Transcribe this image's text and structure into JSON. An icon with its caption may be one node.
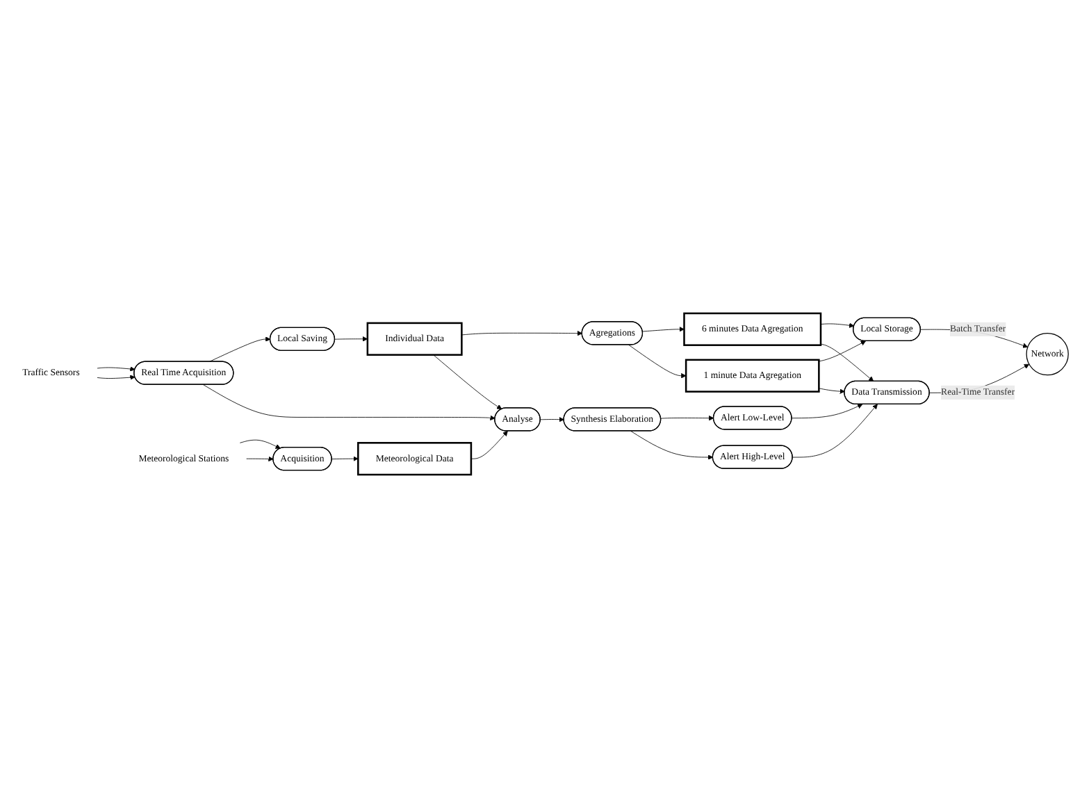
{
  "diagram": {
    "nodes": [
      {
        "text": [
          "Traffic Sensors"
        ]
      },
      {
        "text": [
          "Real Time Acquisition"
        ]
      },
      {
        "text": [
          "Meteorological Data"
        ]
      },
      {
        "text": [
          "Acquisition"
        ]
      },
      {
        "text": [
          "Meteorological Stations"
        ]
      },
      {
        "text": [
          "Analyse"
        ]
      },
      {
        "text": [
          "Local Saving"
        ]
      },
      {
        "text": [
          "Alert High-Level"
        ]
      },
      {
        "text": [
          "Synthesis Elaboration"
        ]
      },
      {
        "text": [
          "Individual Data"
        ]
      },
      {
        "text": [
          "Alert Low-Level"
        ]
      },
      {
        "text": [
          "Data Transmission"
        ]
      },
      {
        "text": [
          "Network"
        ]
      },
      {
        "text": [
          "Agregations"
        ]
      },
      {
        "text": [
          "1 minute Data Agregation"
        ]
      },
      {
        "text": [
          "6 minutes Data Agregation"
        ]
      },
      {
        "text": [
          "Local Storage"
        ]
      }
    ],
    "edges": [
      {
        "from": 0,
        "to": 1,
        "arrow": "to"
      },
      {
        "from": 0,
        "to": 1,
        "arrow": "to"
      },
      {
        "from": 3,
        "to": 2,
        "arrow": "to"
      },
      {
        "from": 4,
        "to": 3,
        "arrow": "to"
      },
      {
        "from": 4,
        "to": 3,
        "arrow": "to"
      },
      {
        "from": 1,
        "to": 5,
        "arrow": "to"
      },
      {
        "from": 2,
        "to": 5,
        "arrow": "to"
      },
      {
        "from": 1,
        "to": 6,
        "arrow": "to"
      },
      {
        "from": 6,
        "to": 9,
        "arrow": "to"
      },
      {
        "from": 9,
        "to": 5,
        "arrow": "to"
      },
      {
        "from": 5,
        "to": 8,
        "arrow": "to"
      },
      {
        "from": 8,
        "to": 7,
        "arrow": "to"
      },
      {
        "from": 8,
        "to": 10,
        "arrow": "to"
      },
      {
        "from": 7,
        "to": 11,
        "arrow": "to"
      },
      {
        "from": 10,
        "to": 11,
        "arrow": "to"
      },
      {
        "from": 11,
        "to": 12,
        "arrow": "to",
        "label": "Real-Time Transfer"
      },
      {
        "from": 9,
        "to": 13,
        "arrow": "to"
      },
      {
        "from": 13,
        "to": 14,
        "arrow": "to"
      },
      {
        "from": 13,
        "to": 15,
        "arrow": "to"
      },
      {
        "from": 14,
        "to": 11,
        "arrow": "to"
      },
      {
        "from": 14,
        "to": 16,
        "arrow": "to"
      },
      {
        "from": 15,
        "to": 11,
        "arrow": "to"
      },
      {
        "from": 15,
        "to": 16,
        "arrow": "to"
      },
      {
        "from": 16,
        "to": 12,
        "arrow": "to",
        "label": "Batch Transfer"
      }
    ]
  }
}
